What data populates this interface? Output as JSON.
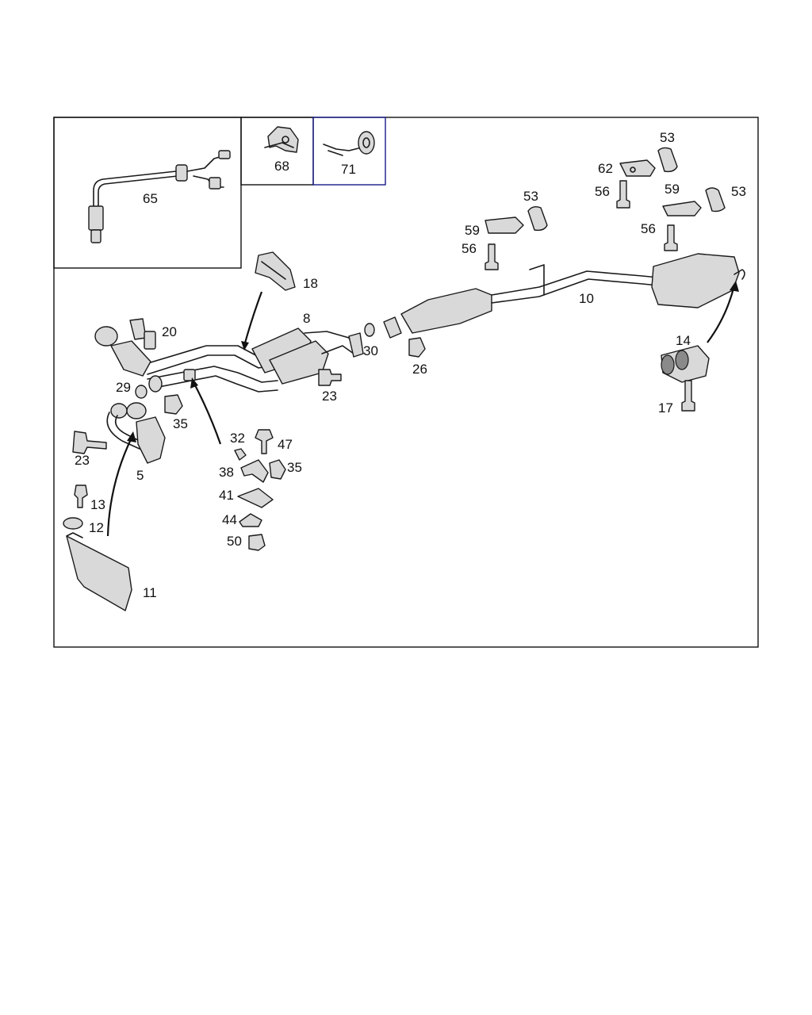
{
  "callouts": [
    {
      "id": "p65",
      "text": "65"
    },
    {
      "id": "p68",
      "text": "68"
    },
    {
      "id": "p71",
      "text": "71"
    },
    {
      "id": "p53a",
      "text": "53"
    },
    {
      "id": "p62",
      "text": "62"
    },
    {
      "id": "p56a",
      "text": "56"
    },
    {
      "id": "p59a",
      "text": "59"
    },
    {
      "id": "p53b",
      "text": "53"
    },
    {
      "id": "p53c",
      "text": "53"
    },
    {
      "id": "p59b",
      "text": "59"
    },
    {
      "id": "p56b",
      "text": "56"
    },
    {
      "id": "p56c",
      "text": "56"
    },
    {
      "id": "p18",
      "text": "18"
    },
    {
      "id": "p8",
      "text": "8"
    },
    {
      "id": "p10",
      "text": "10"
    },
    {
      "id": "p20",
      "text": "20"
    },
    {
      "id": "p30",
      "text": "30"
    },
    {
      "id": "p26",
      "text": "26"
    },
    {
      "id": "p14",
      "text": "14"
    },
    {
      "id": "p29",
      "text": "29"
    },
    {
      "id": "p23a",
      "text": "23"
    },
    {
      "id": "p35a",
      "text": "35"
    },
    {
      "id": "p17",
      "text": "17"
    },
    {
      "id": "p23b",
      "text": "23"
    },
    {
      "id": "p32",
      "text": "32"
    },
    {
      "id": "p47",
      "text": "47"
    },
    {
      "id": "p5",
      "text": "5"
    },
    {
      "id": "p38",
      "text": "38"
    },
    {
      "id": "p35b",
      "text": "35"
    },
    {
      "id": "p13",
      "text": "13"
    },
    {
      "id": "p41",
      "text": "41"
    },
    {
      "id": "p12",
      "text": "12"
    },
    {
      "id": "p44",
      "text": "44"
    },
    {
      "id": "p50",
      "text": "50"
    },
    {
      "id": "p11",
      "text": "11"
    }
  ]
}
